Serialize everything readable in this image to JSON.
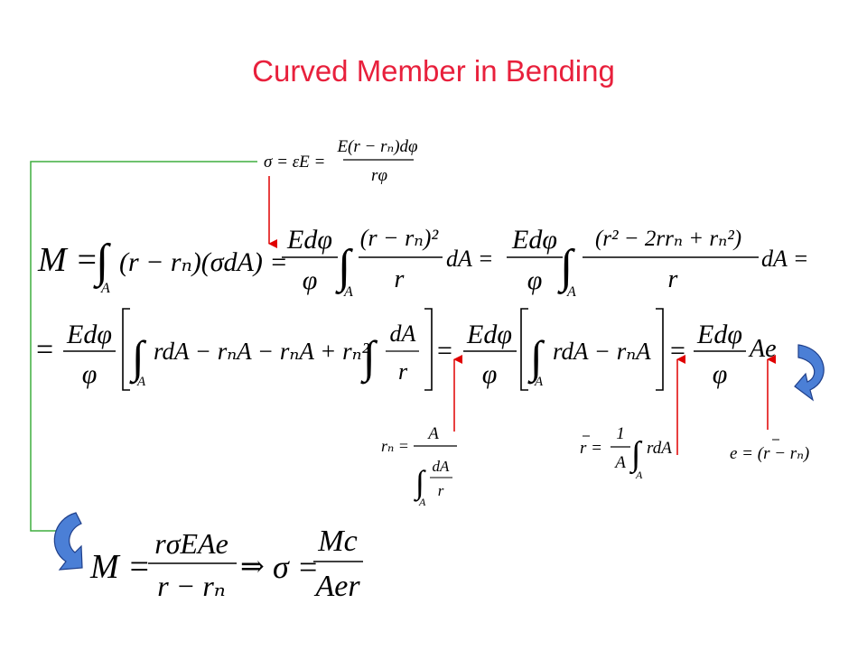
{
  "title": "Curved Member in Bending",
  "colors": {
    "title": "#e8203c",
    "arrow_red": "#e00000",
    "bracket_green": "#3fae3f",
    "curved_arrow_blue": "#4b7fd6"
  },
  "equations": {
    "stress": {
      "lhs": "σ = εE =",
      "num": "E(r − rₙ)dφ",
      "den": "rφ"
    },
    "moment_line1": {
      "start": "M =",
      "integral_1": "(r − rₙ)(σdA) =",
      "frac_1_num": "Edφ",
      "frac_1_den": "φ",
      "frac_2_num": "(r − rₙ)²",
      "frac_2_den": "r",
      "tail_2": "dA =",
      "frac_3_num": "Edφ",
      "frac_3_den": "φ",
      "frac_4_num": "(r² − 2rrₙ + rₙ²)",
      "frac_4_den": "r",
      "tail_4": "dA ="
    },
    "moment_line2": {
      "start": "=",
      "frac_1_num": "Edφ",
      "frac_1_den": "φ",
      "bracket_1_text": "rdA − rₙA − rₙA + rₙ²",
      "frac_inner_num": "dA",
      "frac_inner_den": "r",
      "eq_2": "=",
      "frac_2_num": "Edφ",
      "frac_2_den": "φ",
      "bracket_2_text": "rdA − rₙA",
      "eq_3": "=",
      "frac_3_num": "Edφ",
      "frac_3_den": "φ",
      "tail_3": "Ae"
    },
    "neutral_axis": {
      "lhs": "rₙ =",
      "num": "A",
      "den": "dA",
      "den_sub": "r"
    },
    "centroid": {
      "lhs": "r =",
      "num": "1",
      "den": "A",
      "tail": "rdA"
    },
    "eccentricity": {
      "text": "e = (r − rₙ)"
    },
    "final": {
      "lhs": "M =",
      "num": "rσEAe",
      "den": "r − rₙ",
      "implies": "⇒",
      "sigma": "σ =",
      "num2": "Mc",
      "den2": "Aer"
    },
    "integral_sub": "A"
  }
}
